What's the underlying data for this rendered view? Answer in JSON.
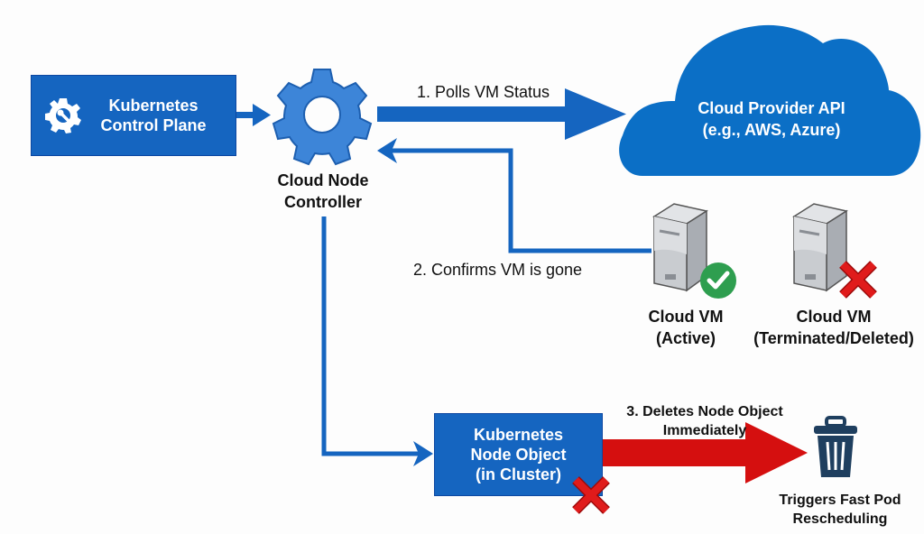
{
  "control_plane": {
    "line1": "Kubernetes",
    "line2": "Control Plane",
    "icon": "gear-wrench-icon"
  },
  "controller": {
    "line1": "Cloud Node",
    "line2": "Controller",
    "icon": "gear-icon"
  },
  "cloud_api": {
    "line1": "Cloud Provider API",
    "line2": "(e.g., AWS, Azure)",
    "icon": "cloud-icon"
  },
  "steps": {
    "step1": "1. Polls VM Status",
    "step2": "2. Confirms VM is gone",
    "step3_line1": "3. Deletes Node Object",
    "step3_line2": "Immediately"
  },
  "vm_active": {
    "line1": "Cloud VM",
    "line2": "(Active)",
    "status_icon": "check-circle-icon"
  },
  "vm_terminated": {
    "line1": "Cloud VM",
    "line2": "(Terminated/Deleted)",
    "status_icon": "red-x-icon"
  },
  "node_object": {
    "line1": "Kubernetes",
    "line2": "Node Object",
    "line3": "(in Cluster)",
    "status_icon": "red-x-icon"
  },
  "outcome": {
    "line1": "Triggers Fast Pod",
    "line2": "Rescheduling",
    "icon": "trash-icon"
  },
  "colors": {
    "primary_blue": "#1565c0",
    "gear_blue": "#3d85d8",
    "cloud_blue": "#0b6fc6",
    "delete_red": "#d50f0f",
    "success_green": "#2e9e4f",
    "trash_navy": "#1f3f5f"
  }
}
